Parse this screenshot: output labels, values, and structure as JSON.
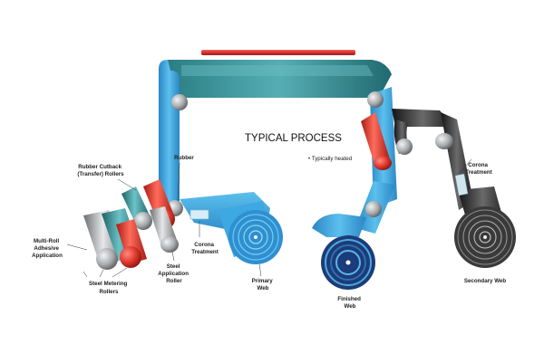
{
  "diagram": {
    "title": "TYPICAL PROCESS",
    "note": "• Typically heated",
    "labels": {
      "rubber_cutback": [
        "Rubber Cutback",
        "(Transfer) Rollers"
      ],
      "rubber": [
        "Rubber"
      ],
      "multi_roll": [
        "Multi-Roll",
        "Adhesive",
        "Application"
      ],
      "steel_metering": [
        "Steel Metering",
        "Rollers"
      ],
      "steel_application": [
        "Steel",
        "Application",
        "Roller"
      ],
      "corona_left": [
        "Corona",
        "Treatment"
      ],
      "primary_web": [
        "Primary",
        "Web"
      ],
      "finished_web": [
        "Finished",
        "Web"
      ],
      "corona_right": [
        "Corona",
        "Treatment"
      ],
      "secondary_web": [
        "Secondary Web"
      ]
    },
    "colors": {
      "blue_web": "#3aa0d8",
      "teal_web": "#2e8f95",
      "heater": "#d62f2f",
      "steel": "#b0b3b6",
      "dark_web": "#2b2b2b",
      "red_roller": "#e23b2e"
    }
  }
}
